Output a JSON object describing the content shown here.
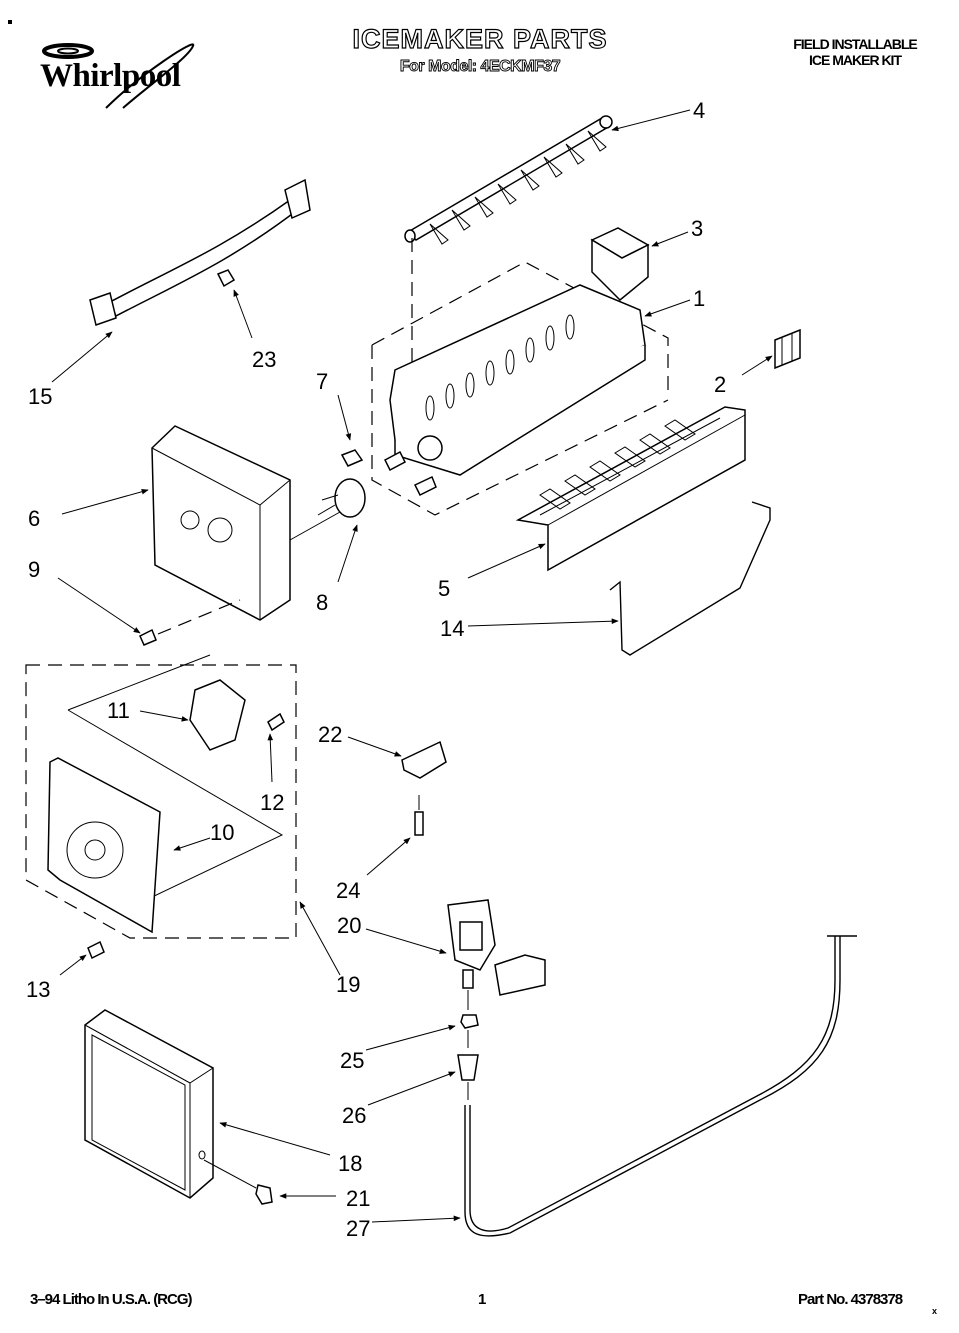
{
  "header": {
    "brand": "Whirlpool",
    "title": "ICEMAKER PARTS",
    "subtitle": "For Model: 4ECKMF37",
    "kit_line1": "FIELD INSTALLABLE",
    "kit_line2": "ICE MAKER KIT"
  },
  "footer": {
    "print_info": "3–94 Litho In U.S.A. (RCG)",
    "page_number": "1",
    "part_number": "Part No. 4378378",
    "mark": "x"
  },
  "callouts": {
    "c1": "1",
    "c2": "2",
    "c3": "3",
    "c4": "4",
    "c5": "5",
    "c6": "6",
    "c7": "7",
    "c8": "8",
    "c9": "9",
    "c10": "10",
    "c11": "11",
    "c12": "12",
    "c13": "13",
    "c14": "14",
    "c15": "15",
    "c18": "18",
    "c19": "19",
    "c20": "20",
    "c21": "21",
    "c22": "22",
    "c23": "23",
    "c24": "24",
    "c25": "25",
    "c26": "26",
    "c27": "27"
  }
}
